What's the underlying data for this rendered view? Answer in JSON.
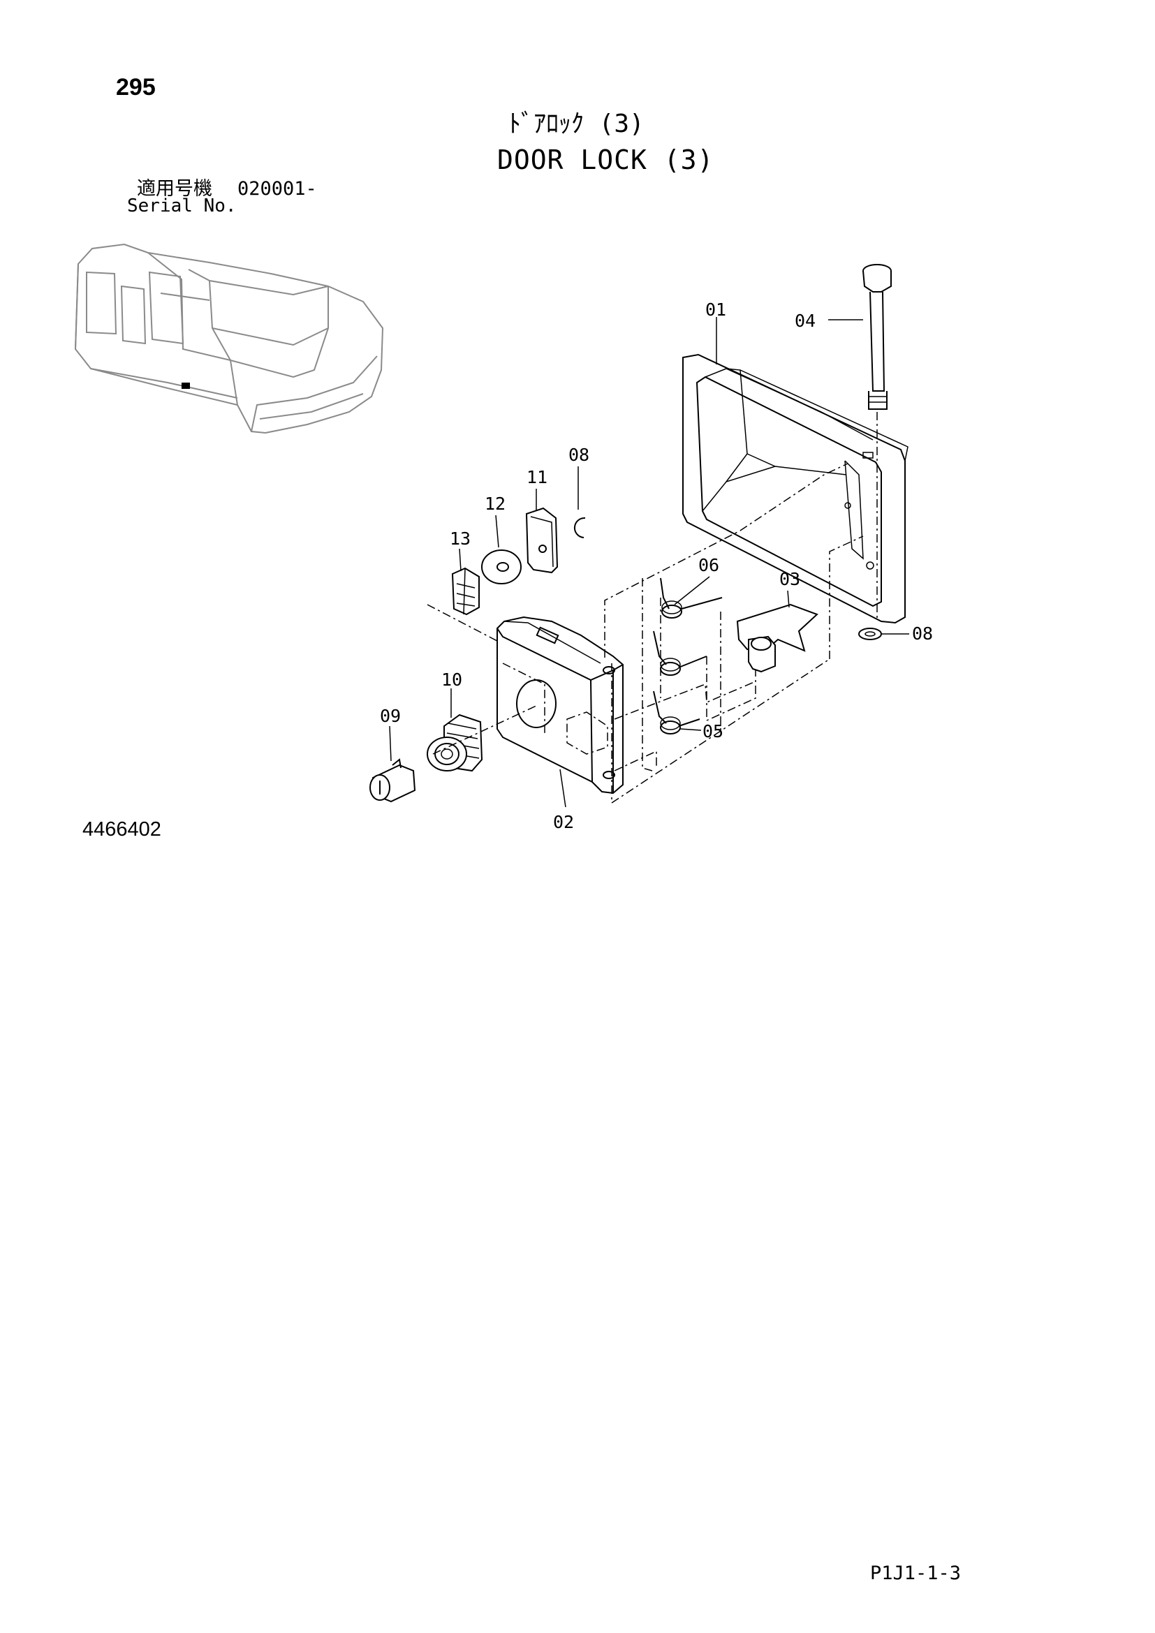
{
  "page_number": "295",
  "title_jp": "ﾄﾞｱﾛｯｸ (3)",
  "title_en": "DOOR LOCK (3)",
  "serial": {
    "label_jp": "適用号機",
    "value": "020001-",
    "label_en": "Serial No."
  },
  "drawing_number": "4466402",
  "page_code": "P1J1-1-3",
  "callouts": {
    "c01": "01",
    "c02": "02",
    "c03": "03",
    "c04": "04",
    "c05": "05",
    "c06": "06",
    "c08a": "08",
    "c08b": "08",
    "c09": "09",
    "c10": "10",
    "c11": "11",
    "c12": "12",
    "c13": "13"
  }
}
